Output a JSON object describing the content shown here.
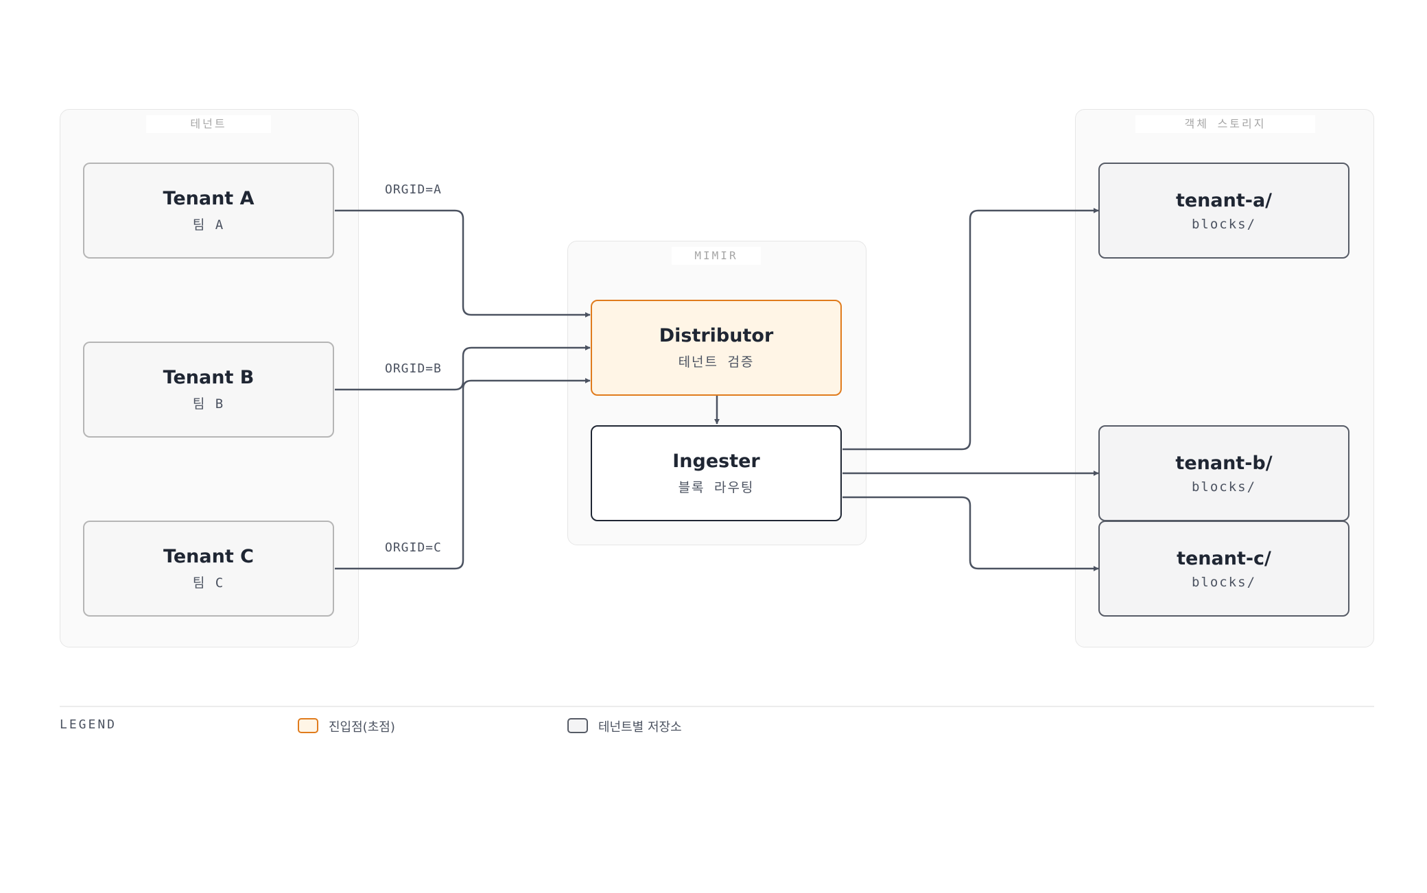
{
  "groups": {
    "tenants": "테넌트",
    "mimir": "MIMIR",
    "storage": "객체 스토리지"
  },
  "nodes": {
    "tenant_a": {
      "title": "Tenant A",
      "sub": "팀 A"
    },
    "tenant_b": {
      "title": "Tenant B",
      "sub": "팀 B"
    },
    "tenant_c": {
      "title": "Tenant C",
      "sub": "팀 C"
    },
    "distributor": {
      "title": "Distributor",
      "sub": "테넌트 검증"
    },
    "ingester": {
      "title": "Ingester",
      "sub": "블록 라우팅"
    },
    "store_a": {
      "title": "tenant-a/",
      "sub": "blocks/"
    },
    "store_b": {
      "title": "tenant-b/",
      "sub": "blocks/"
    },
    "store_c": {
      "title": "tenant-c/",
      "sub": "blocks/"
    }
  },
  "edges": {
    "a": "ORGID=A",
    "b": "ORGID=B",
    "c": "ORGID=C"
  },
  "legend": {
    "title": "LEGEND",
    "entry_point": "진입점(초점)",
    "per_tenant_storage": "테넌트별 저장소"
  },
  "colors": {
    "accent": "#e07b1c",
    "accent_fill": "#fff5e6",
    "wire": "#4b5260",
    "ink": "#1f2633"
  }
}
